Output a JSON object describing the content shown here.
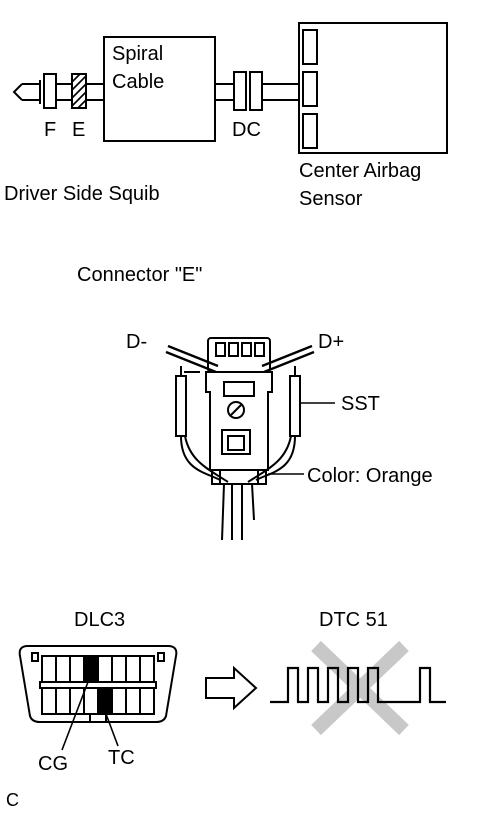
{
  "wiring": {
    "spiral_cable": "Spiral Cable",
    "spiral_line1": "Spiral",
    "spiral_line2": "Cable",
    "connector_f": "F",
    "connector_e": "E",
    "connector_dc": "DC",
    "center_sensor_line1": "Center Airbag",
    "center_sensor_line2": "Sensor",
    "driver_squib": "Driver Side Squib"
  },
  "connector_view": {
    "title": "Connector \"E\"",
    "d_minus": "D-",
    "d_plus": "D+",
    "sst": "SST",
    "color_label": "Color: Orange"
  },
  "dlc": {
    "title": "DLC3",
    "cg": "CG",
    "tc": "TC"
  },
  "dtc": {
    "title": "DTC 51"
  },
  "footer": {
    "code": "C"
  },
  "colors": {
    "line": "#000000",
    "cross": "#c8c8c8"
  }
}
